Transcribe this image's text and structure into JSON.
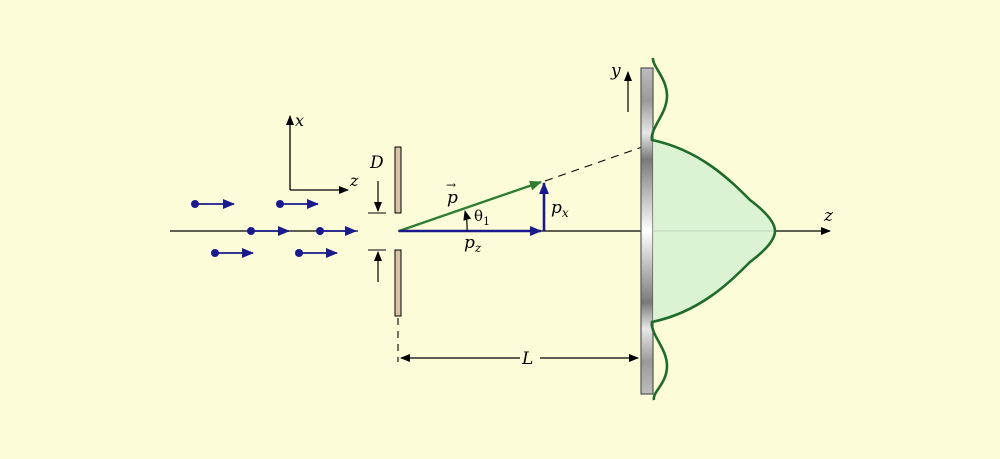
{
  "diagram": {
    "labels": {
      "axis_x": "x",
      "axis_z_small": "z",
      "axis_y": "y",
      "axis_z": "z",
      "slit_width": "D",
      "momentum": "p",
      "momentum_arrow": "→",
      "theta": "θ",
      "theta_sub": "1",
      "pz_base": "p",
      "pz_sub": "z",
      "px_base": "p",
      "px_sub": "x",
      "distance": "L"
    },
    "colors": {
      "background": "#fdfcd9",
      "particle": "#1a1a8c",
      "momentum_vector": "#2e7d32",
      "pattern_fill": "#d7f2d2",
      "pattern_stroke": "#1f6b2a",
      "slit": "#d9c2a6",
      "screen": "#bfbfbf"
    },
    "icons": [
      "particle-arrow-icon"
    ]
  }
}
